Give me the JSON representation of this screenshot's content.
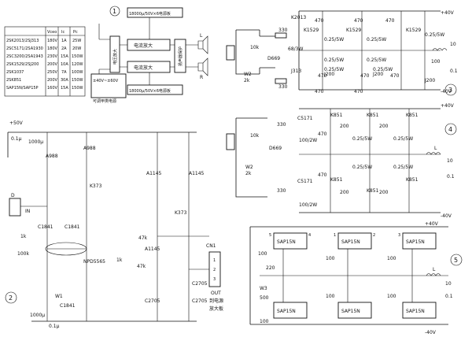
{
  "section_numbers": {
    "s1": "1",
    "s2": "2",
    "s3": "3",
    "s4": "4",
    "s5": "5"
  },
  "spec_table": {
    "headers": [
      "",
      "Vceo",
      "Ic",
      "Pc"
    ],
    "rows": [
      [
        "2SK2013/2SJ313",
        "180V",
        "1A",
        "25W"
      ],
      [
        "2SC5171/2SA1930",
        "180V",
        "2A",
        "20W"
      ],
      [
        "2SC3200/2SA1943",
        "230V",
        "15A",
        "150W"
      ],
      [
        "2SK1529/2SJ200",
        "200V",
        "10A",
        "120W"
      ],
      [
        "2SK1037",
        "250V",
        "7A",
        "100W"
      ],
      [
        "2SK851",
        "200V",
        "30A",
        "150W"
      ],
      [
        "SAP15N/SAP15P",
        "160V",
        "15A",
        "150W"
      ]
    ]
  },
  "block": {
    "cap_top": "18000μ/50V×6电源板",
    "cap_bottom": "18000μ/50V×6电源板",
    "volt_amp": "电压放大",
    "cur_amp_1": "电流放大",
    "cur_amp_2": "电流放大",
    "speaker_prot": "扬声器保护",
    "psu": "±40V~±60V",
    "psu_cn": "可调甲类电源",
    "l": "L",
    "r": "R"
  },
  "s2": {
    "v_plus": "+50V",
    "c_01u": "0.1μ",
    "c_1000u": "1000μ",
    "a988a": "A988",
    "a988b": "A988",
    "k373a": "K373",
    "k373b": "K373",
    "a1145a": "A1145",
    "a1145b": "A1145",
    "a1145c": "A1145",
    "c1841a": "C1841",
    "c1841b": "C1841",
    "c1841c": "C1841",
    "npd": "NPD5565",
    "r47k_a": "47k",
    "r47k_b": "47k",
    "r1k_a": "1k",
    "r1k_b": "1k",
    "r100k": "100k",
    "w1": "W1",
    "c2705a": "C2705",
    "c2705b": "C2705",
    "c2705c": "C2705",
    "cn1": "CN1",
    "out": "OUT",
    "to_psu_1": "到电源",
    "to_psu_2": "放大板",
    "in": "IN",
    "d": "D",
    "c_1000u_b": "1000μ",
    "c_01u_b": "0.1μ",
    "pin1": "1",
    "pin2": "2",
    "pin3": "3"
  },
  "s3": {
    "k2013": "K2013",
    "j313": "J313",
    "d669": "D669",
    "k1529a": "K1529",
    "k1529b": "K1529",
    "k1529c": "K1529",
    "j200a": "J200",
    "j200b": "J200",
    "j200c": "J200",
    "r330a": "330",
    "r330b": "330",
    "r10k": "10k",
    "r68": "68/3W",
    "w2": "W2",
    "r2k": "2k",
    "r470": [
      "470",
      "470",
      "470",
      "470",
      "470",
      "470",
      "470",
      "470"
    ],
    "r025": [
      "0.25/5W",
      "0.25/5W",
      "0.25/5W",
      "0.25/5W",
      "0.25/5W",
      "0.25/5W"
    ],
    "r025out": "0.25/5W",
    "vp": "+40V",
    "vn": "-40V",
    "r10": "10",
    "c01": "0.1",
    "r100": "100"
  },
  "s4": {
    "c5171a": "C5171",
    "c5171b": "C5171",
    "d669": "D669",
    "k851": [
      "K851",
      "K851",
      "K851",
      "K851",
      "K851",
      "K851"
    ],
    "r330a": "330",
    "r330b": "330",
    "r470a": "470",
    "r470b": "470",
    "r100_2w_a": "100/2W",
    "r100_2w_b": "100/2W",
    "r10k": "10k",
    "r2k": "2k",
    "w2": "W2",
    "r200": [
      "200",
      "200",
      "200",
      "200"
    ],
    "r025": [
      "0.25/5W",
      "0.25/5W",
      "0.25/5W",
      "0.25/5W"
    ],
    "vp": "+40V",
    "vn": "-40V",
    "l": "L",
    "r10": "10",
    "c01": "0.1"
  },
  "s5": {
    "sap15n": [
      "SAP15N",
      "SAP15N",
      "SAP15N",
      "SAP15N",
      "SAP15N",
      "SAP15N"
    ],
    "r100": [
      "100",
      "100",
      "100",
      "100",
      "100",
      "100"
    ],
    "r220": "220",
    "w3": "W3",
    "r500": "500",
    "vp": "+40V",
    "vn": "-40V",
    "l": "L",
    "r10": "10",
    "c01": "0.1",
    "pins": [
      "5",
      "4",
      "1",
      "2",
      "3"
    ]
  }
}
